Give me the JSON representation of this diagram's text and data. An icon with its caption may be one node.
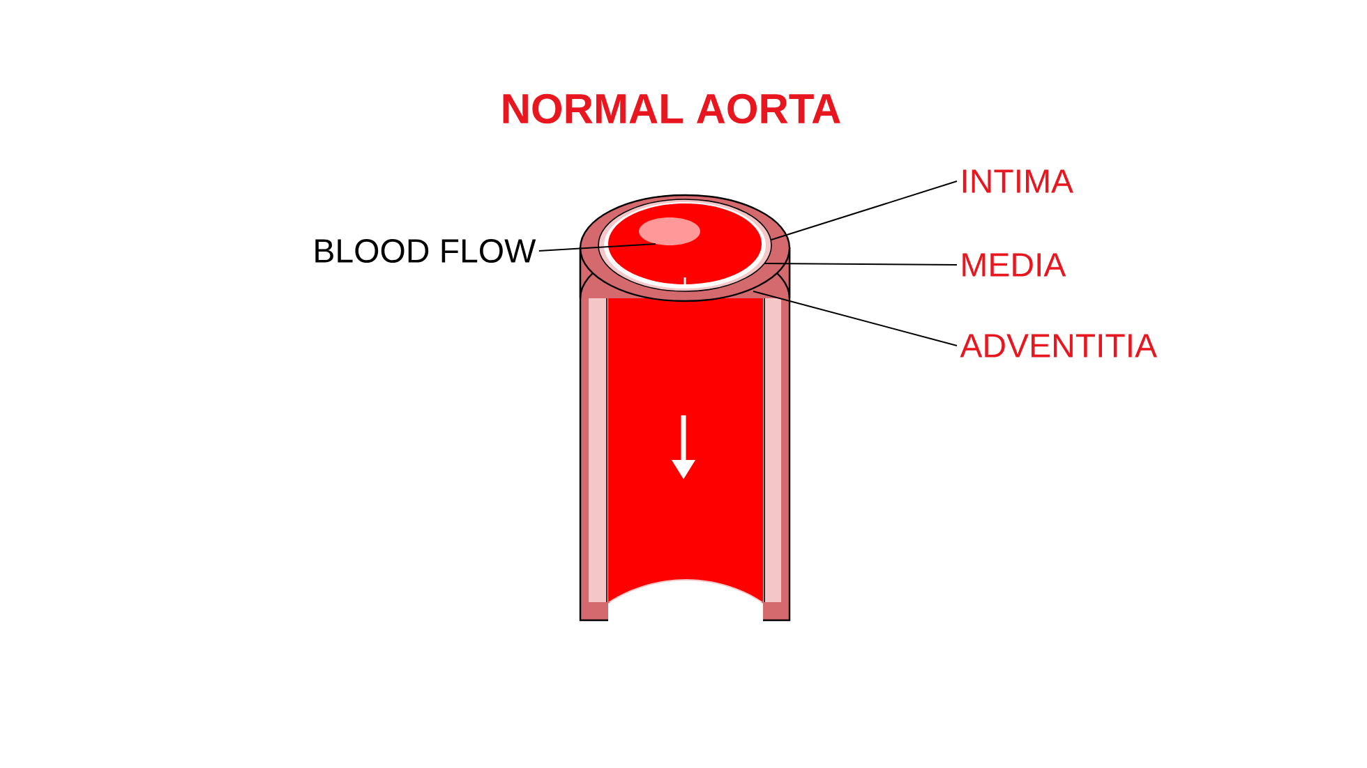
{
  "diagram": {
    "title": "NORMAL AORTA",
    "nodes": [
      {
        "text": [
          "BLOOD FLOW"
        ]
      },
      {
        "text": [
          "INTIMA"
        ]
      },
      {
        "text": [
          "MEDIA"
        ]
      },
      {
        "text": [
          "ADVENTITIA"
        ]
      }
    ],
    "edges": [
      {
        "from": 0,
        "to": null,
        "arrow": "none"
      },
      {
        "from": 1,
        "to": null,
        "arrow": "none"
      },
      {
        "from": 2,
        "to": null,
        "arrow": "none"
      },
      {
        "from": 3,
        "to": null,
        "arrow": "none"
      }
    ]
  }
}
